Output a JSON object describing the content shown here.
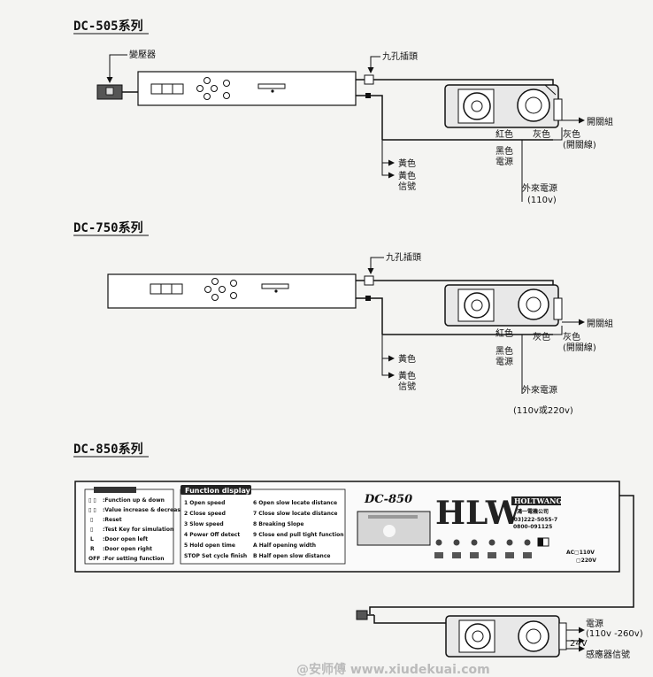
{
  "sections": [
    {
      "title": "DC-505系列",
      "labels": {
        "transformer": "變壓器",
        "nine_pin": "九孔插頭",
        "switch": "開關組",
        "red": "紅色",
        "gray": "灰色",
        "gray_switch_1": "灰色",
        "gray_switch_2": "(開關線)",
        "yellow": "黃色",
        "yellow_sig_1": "黃色",
        "yellow_sig_2": "信號",
        "black_pwr_1": "黑色",
        "black_pwr_2": "電源",
        "ext_power_1": "外來電源",
        "ext_power_2": "(110v)"
      }
    },
    {
      "title": "DC-750系列",
      "labels": {
        "nine_pin": "九孔插頭",
        "switch": "開關組",
        "red": "紅色",
        "gray": "灰色",
        "gray_switch_1": "灰色",
        "gray_switch_2": "(開關線)",
        "yellow": "黃色",
        "yellow_sig_1": "黃色",
        "yellow_sig_2": "信號",
        "black_pwr_1": "黑色",
        "black_pwr_2": "電源",
        "ext_power_1": "外來電源",
        "ext_power_2": "(110v或220v)"
      }
    },
    {
      "title": "DC-850系列",
      "labels": {
        "power_1": "電源",
        "power_2": "(110v -260v)",
        "volt": "24V",
        "sensor": "感應器信號"
      }
    }
  ],
  "panel": {
    "model": "DC-850",
    "brand_logo": "HLW",
    "brand_name": "HOLTWANG",
    "company": "鴻一電機公司",
    "phone_1": "(03)222-5055-7",
    "phone_2": "0800-091125",
    "ac_110": "AC▢110V",
    "ac_220": "▢220V",
    "key_items": [
      ":Function up & down",
      ":Value increase & decrease",
      ":Reset",
      ":Test Key for simulation",
      ":Door open left",
      ":Door open right",
      ":For setting function"
    ],
    "key_prefix": [
      "▯ ▯",
      "▯ ▯",
      "▯",
      "▯",
      "L",
      "R",
      "OFF"
    ],
    "function_title": "Function display",
    "functions_left": [
      "1 Open speed",
      "2 Close speed",
      "3 Slow speed",
      "4 Power Off  detect",
      "5 Hold open  time",
      "STOP Set cycle finish"
    ],
    "functions_right": [
      "6 Open slow locate distance",
      "7 Close slow locate distance",
      "8 Breaking Slope",
      "9 Close end pull tight function",
      "A Half opening width",
      "B Half open slow distance"
    ]
  },
  "watermark": "@安师傅 www.xiudekuai.com"
}
